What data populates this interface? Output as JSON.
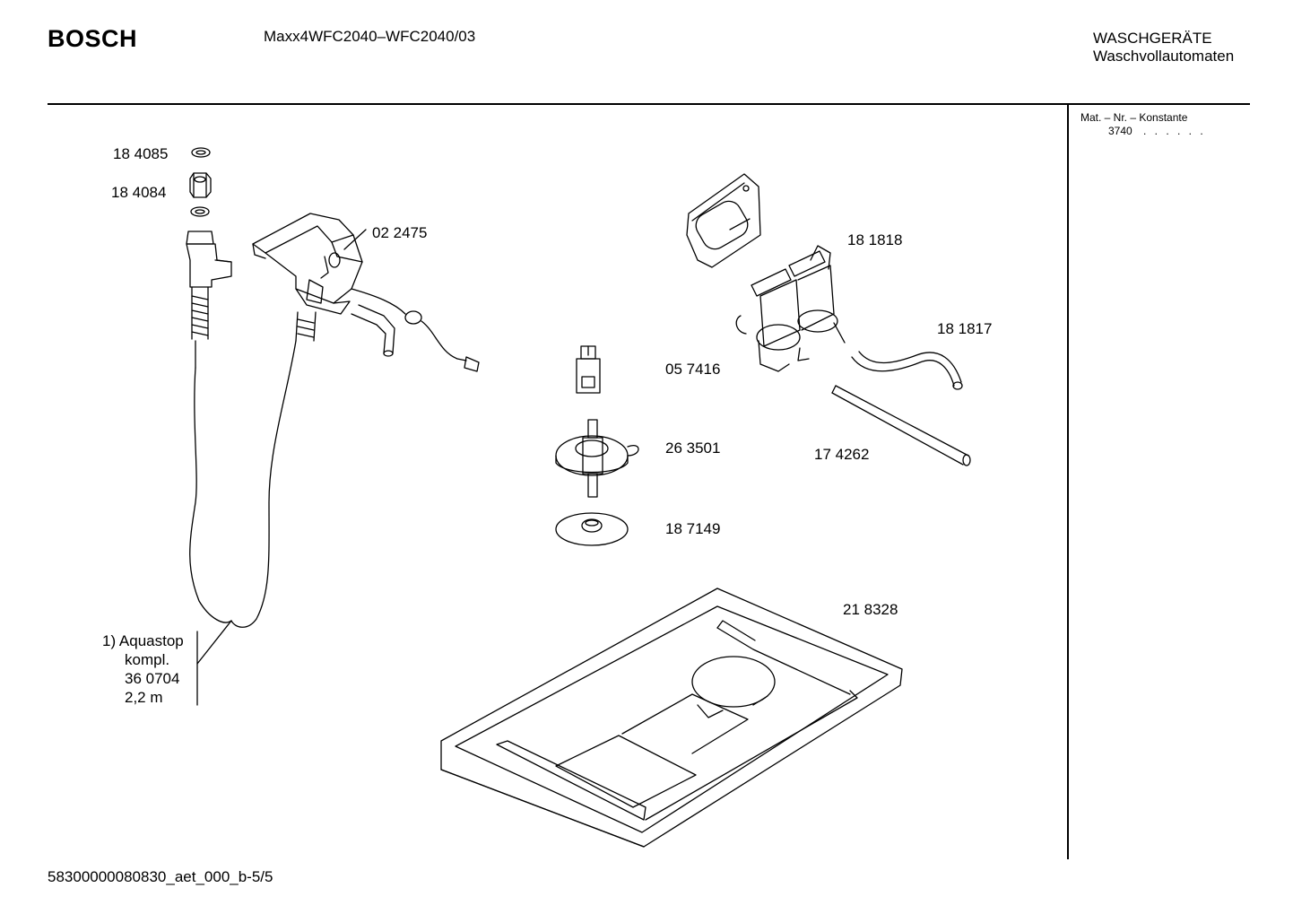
{
  "header": {
    "brand": "BOSCH",
    "model": "Maxx4WFC2040–WFC2040/03",
    "category_line1": "WASCHGERÄTE",
    "category_line2": "Waschvollautomaten"
  },
  "mat_box": {
    "label": "Mat. – Nr. – Konstante",
    "value": "3740",
    "dots": ". .  . . . ."
  },
  "parts": {
    "p184085": "18 4085",
    "p184084": "18 4084",
    "p022475": "02 2475",
    "p181818": "18 1818",
    "p181817": "18 1817",
    "p057416": "05 7416",
    "p263501": "26 3501",
    "p174262": "17 4262",
    "p187149": "18 7149",
    "p218328": "21 8328"
  },
  "aquastop": {
    "line1": "1)  Aquastop",
    "line2": "kompl.",
    "line3": "36 0704",
    "line4": "2,2 m"
  },
  "footer": {
    "doc_id": "58300000080830_aet_000_b-5/5"
  }
}
